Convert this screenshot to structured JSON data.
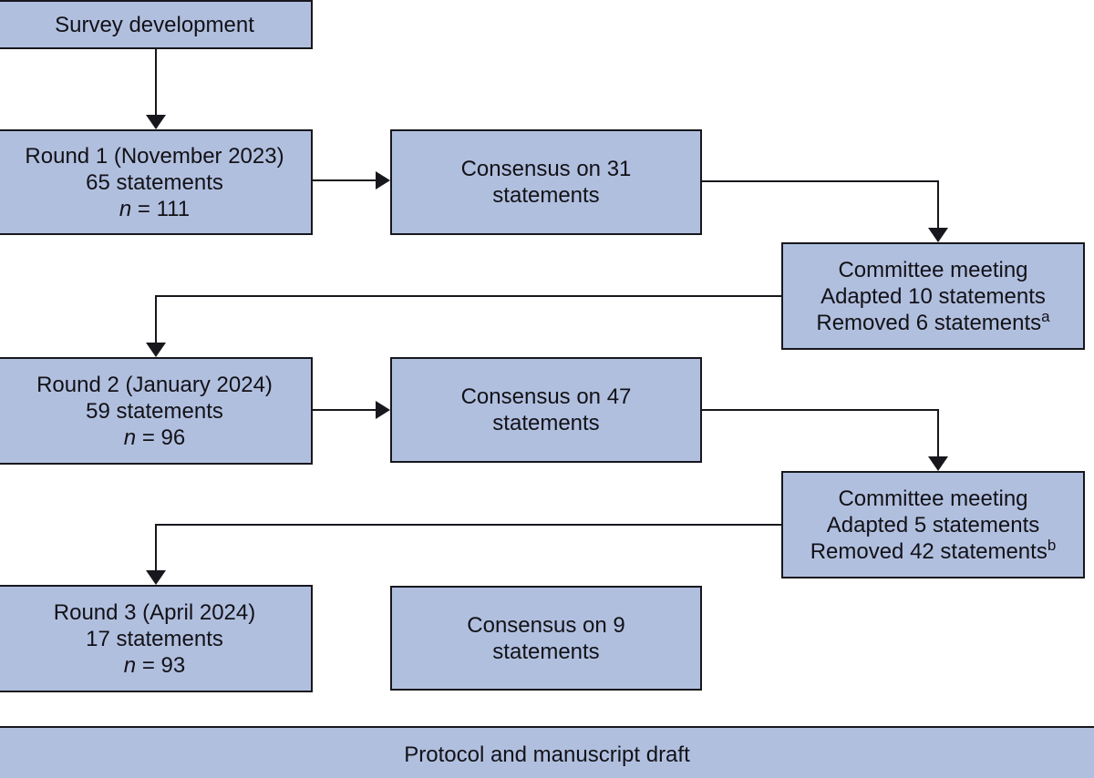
{
  "palette": {
    "box_fill": "#b1bfdf",
    "box_border": "#17171d",
    "line_color": "#17171d",
    "text_color": "#121217",
    "background": "#ffffff"
  },
  "boxes": {
    "survey": {
      "label": "Survey development"
    },
    "round1": {
      "line1": "Round 1 (November 2023)",
      "line2": "65 statements",
      "n_symbol": "n",
      "n_value": "= 111"
    },
    "consensus1": {
      "line1": "Consensus on 31",
      "line2": "statements"
    },
    "committee1": {
      "line1": "Committee meeting",
      "line2": "Adapted 10 statements",
      "line3": "Removed 6 statements",
      "footnote": "a"
    },
    "round2": {
      "line1": "Round 2 (January 2024)",
      "line2": "59 statements",
      "n_symbol": "n",
      "n_value": "= 96"
    },
    "consensus2": {
      "line1": "Consensus on 47",
      "line2": "statements"
    },
    "committee2": {
      "line1": "Committee meeting",
      "line2": "Adapted 5 statements",
      "line3": "Removed 42 statements",
      "footnote": "b"
    },
    "round3": {
      "line1": "Round 3 (April 2024)",
      "line2": "17 statements",
      "n_symbol": "n",
      "n_value": "= 93"
    },
    "consensus3": {
      "line1": "Consensus on 9",
      "line2": "statements"
    },
    "protocol": {
      "label": "Protocol and manuscript draft"
    }
  }
}
